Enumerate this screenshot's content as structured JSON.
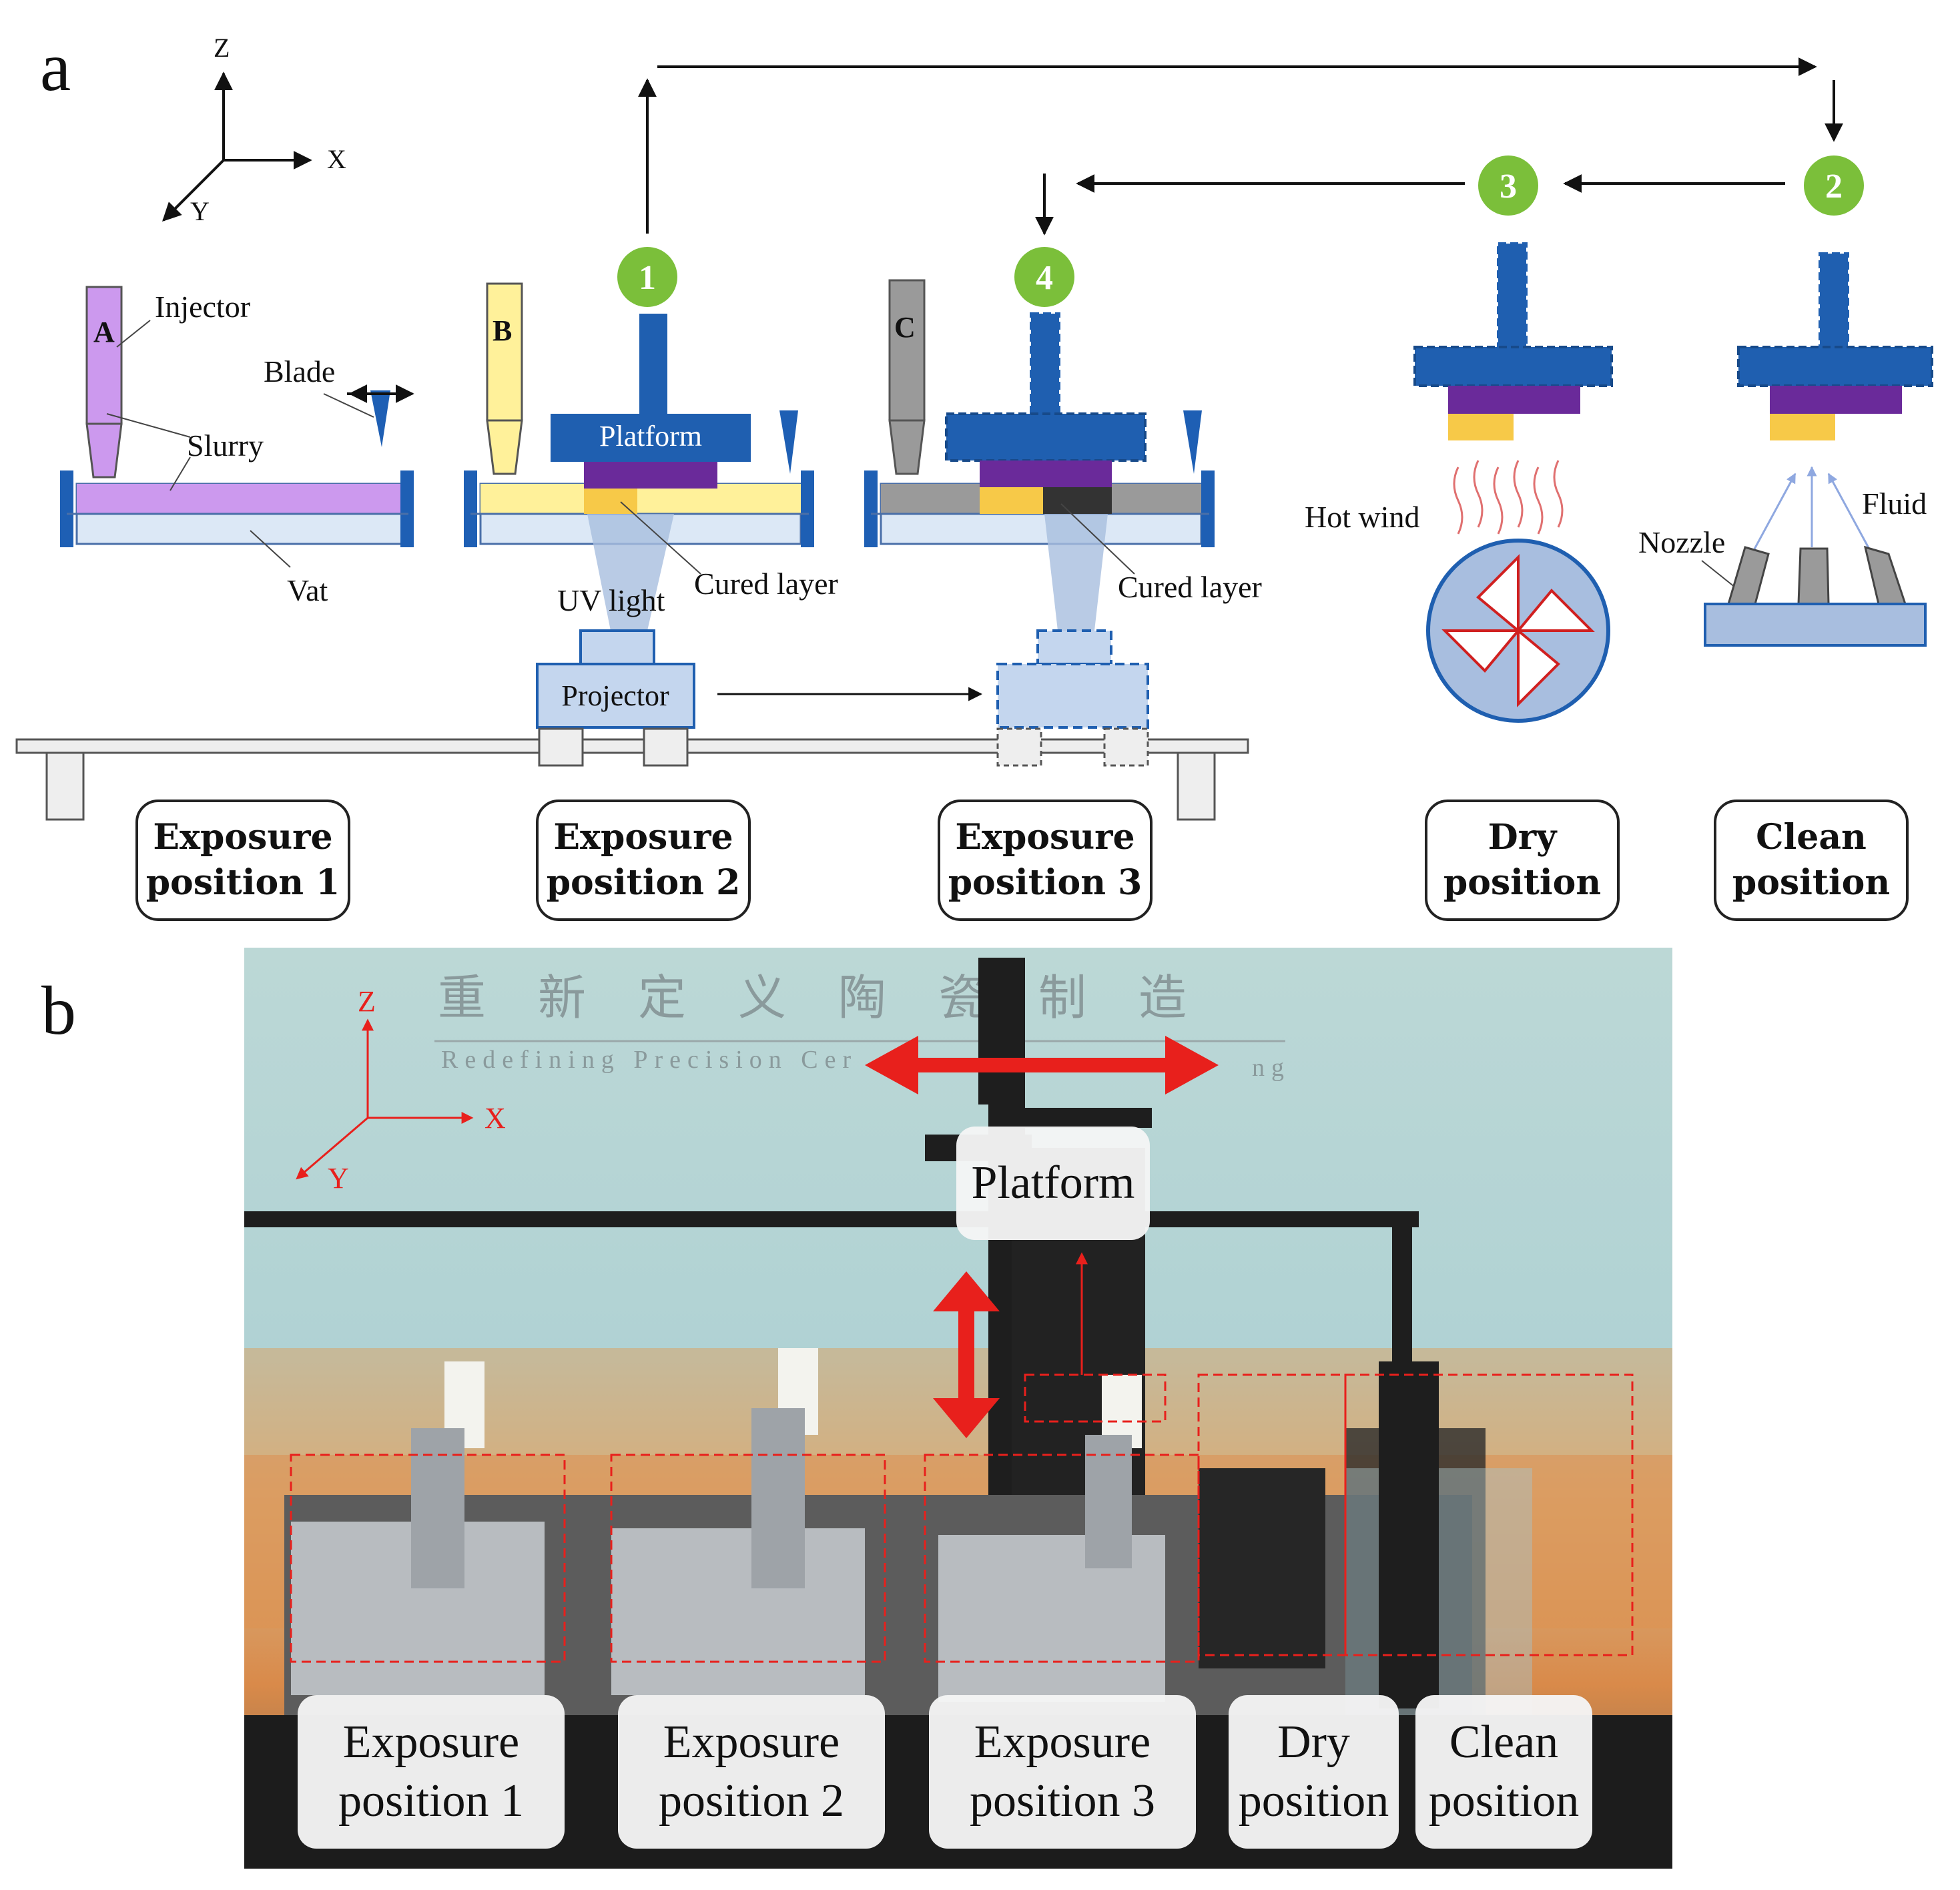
{
  "panel_a": {
    "letter": "a",
    "axes": {
      "z": "Z",
      "x": "X",
      "y": "Y"
    },
    "labels": {
      "injector": "Injector",
      "blade": "Blade",
      "slurry": "Slurry",
      "vat": "Vat",
      "platform": "Platform",
      "uv_light": "UV light",
      "cured_layer_1": "Cured layer",
      "cured_layer_2": "Cured layer",
      "projector": "Projector",
      "hot_wind": "Hot wind",
      "fluid": "Fluid",
      "nozzle": "Nozzle"
    },
    "injectors": [
      {
        "letter": "A",
        "color": "#cc99ee"
      },
      {
        "letter": "B",
        "color": "#fff19a"
      },
      {
        "letter": "C",
        "color": "#9a9a9a"
      }
    ],
    "steps": [
      "1",
      "2",
      "3",
      "4"
    ],
    "stations": [
      {
        "line1": "Exposure",
        "line2": "position 1"
      },
      {
        "line1": "Exposure",
        "line2": "position 2"
      },
      {
        "line1": "Exposure",
        "line2": "position 3"
      },
      {
        "line1": "Dry",
        "line2": "position"
      },
      {
        "line1": "Clean",
        "line2": "position"
      }
    ]
  },
  "panel_b": {
    "letter": "b",
    "banner_chinese": "重 新 定 义 陶 瓷 制 造",
    "banner_english": "Redefining Precision Cer",
    "banner_english_tail": "ng",
    "axes": {
      "z": "Z",
      "x": "X",
      "y": "Y"
    },
    "platform_label": "Platform",
    "stations": [
      {
        "line1": "Exposure",
        "line2": "position 1"
      },
      {
        "line1": "Exposure",
        "line2": "position 2"
      },
      {
        "line1": "Exposure",
        "line2": "position 3"
      },
      {
        "line1": "Dry",
        "line2": "position"
      },
      {
        "line1": "Clean",
        "line2": "position"
      }
    ]
  },
  "colors": {
    "platform_blue": "#1f5fb0",
    "vat_blue": "#1e5fb4",
    "vat_fill": "#dce8f6",
    "purple": "#6a2a9a",
    "cured_yellow": "#f7c948",
    "step_green": "#7bbf3a",
    "light_beam": "#a8bedf",
    "annotation_red": "#e8201c"
  }
}
